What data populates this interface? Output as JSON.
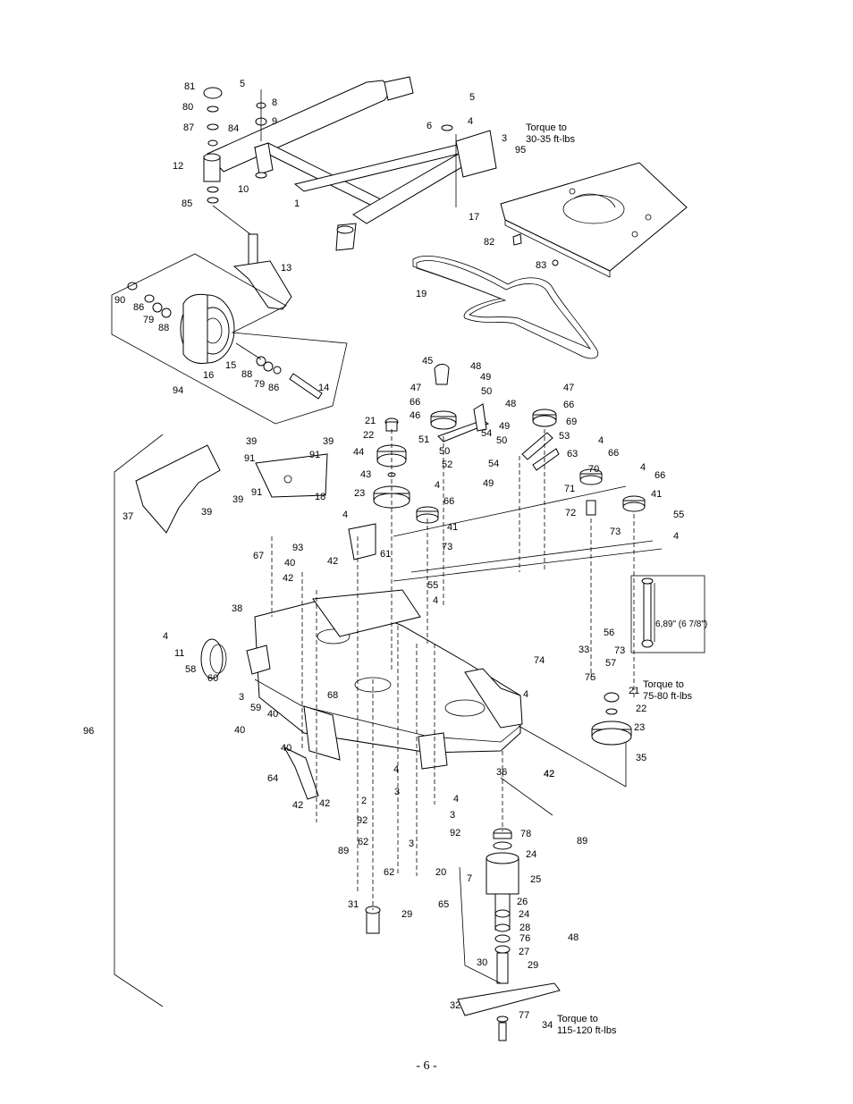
{
  "callouts": [
    "81",
    "80",
    "87",
    "84",
    "5",
    "8",
    "9",
    "12",
    "10",
    "85",
    "1",
    "5",
    "6",
    "4",
    "3",
    "95",
    "17",
    "82",
    "83",
    "13",
    "90",
    "86",
    "79",
    "88",
    "16",
    "15",
    "88",
    "79",
    "86",
    "14",
    "94",
    "19",
    "45",
    "48",
    "49",
    "47",
    "50",
    "66",
    "46",
    "51",
    "54",
    "48",
    "47",
    "66",
    "49",
    "69",
    "50",
    "53",
    "21",
    "22",
    "44",
    "50",
    "52",
    "54",
    "63",
    "43",
    "23",
    "49",
    "4",
    "66",
    "41",
    "73",
    "4",
    "66",
    "70",
    "71",
    "4",
    "66",
    "41",
    "72",
    "73",
    "55",
    "4",
    "39",
    "91",
    "39",
    "91",
    "37",
    "39",
    "18",
    "39",
    "91",
    "4",
    "61",
    "67",
    "93",
    "40",
    "42",
    "42",
    "55",
    "4",
    "38",
    "4",
    "11",
    "58",
    "60",
    "3",
    "59",
    "40",
    "40",
    "68",
    "40",
    "64",
    "42",
    "42",
    "2",
    "92",
    "62",
    "3",
    "62",
    "20",
    "3",
    "92",
    "4",
    "3",
    "4",
    "42",
    "89",
    "89",
    "31",
    "29",
    "65",
    "7",
    "78",
    "24",
    "25",
    "26",
    "24",
    "28",
    "76",
    "27",
    "48",
    "30",
    "29",
    "32",
    "77",
    "34",
    "96",
    "56",
    "33",
    "57",
    "74",
    "73",
    "75",
    "21",
    "22",
    "23",
    "35",
    "4",
    "36",
    "42"
  ],
  "notes": {
    "torque_1": [
      "Torque to",
      "30-35 ft-lbs"
    ],
    "torque_2": [
      "Torque to",
      "75-80 ft-lbs"
    ],
    "torque_3": [
      "Torque to",
      "115-120 ft-lbs"
    ],
    "inset_measure": "6,89\" (6 7/8\")"
  },
  "page_number": "- 6 -"
}
